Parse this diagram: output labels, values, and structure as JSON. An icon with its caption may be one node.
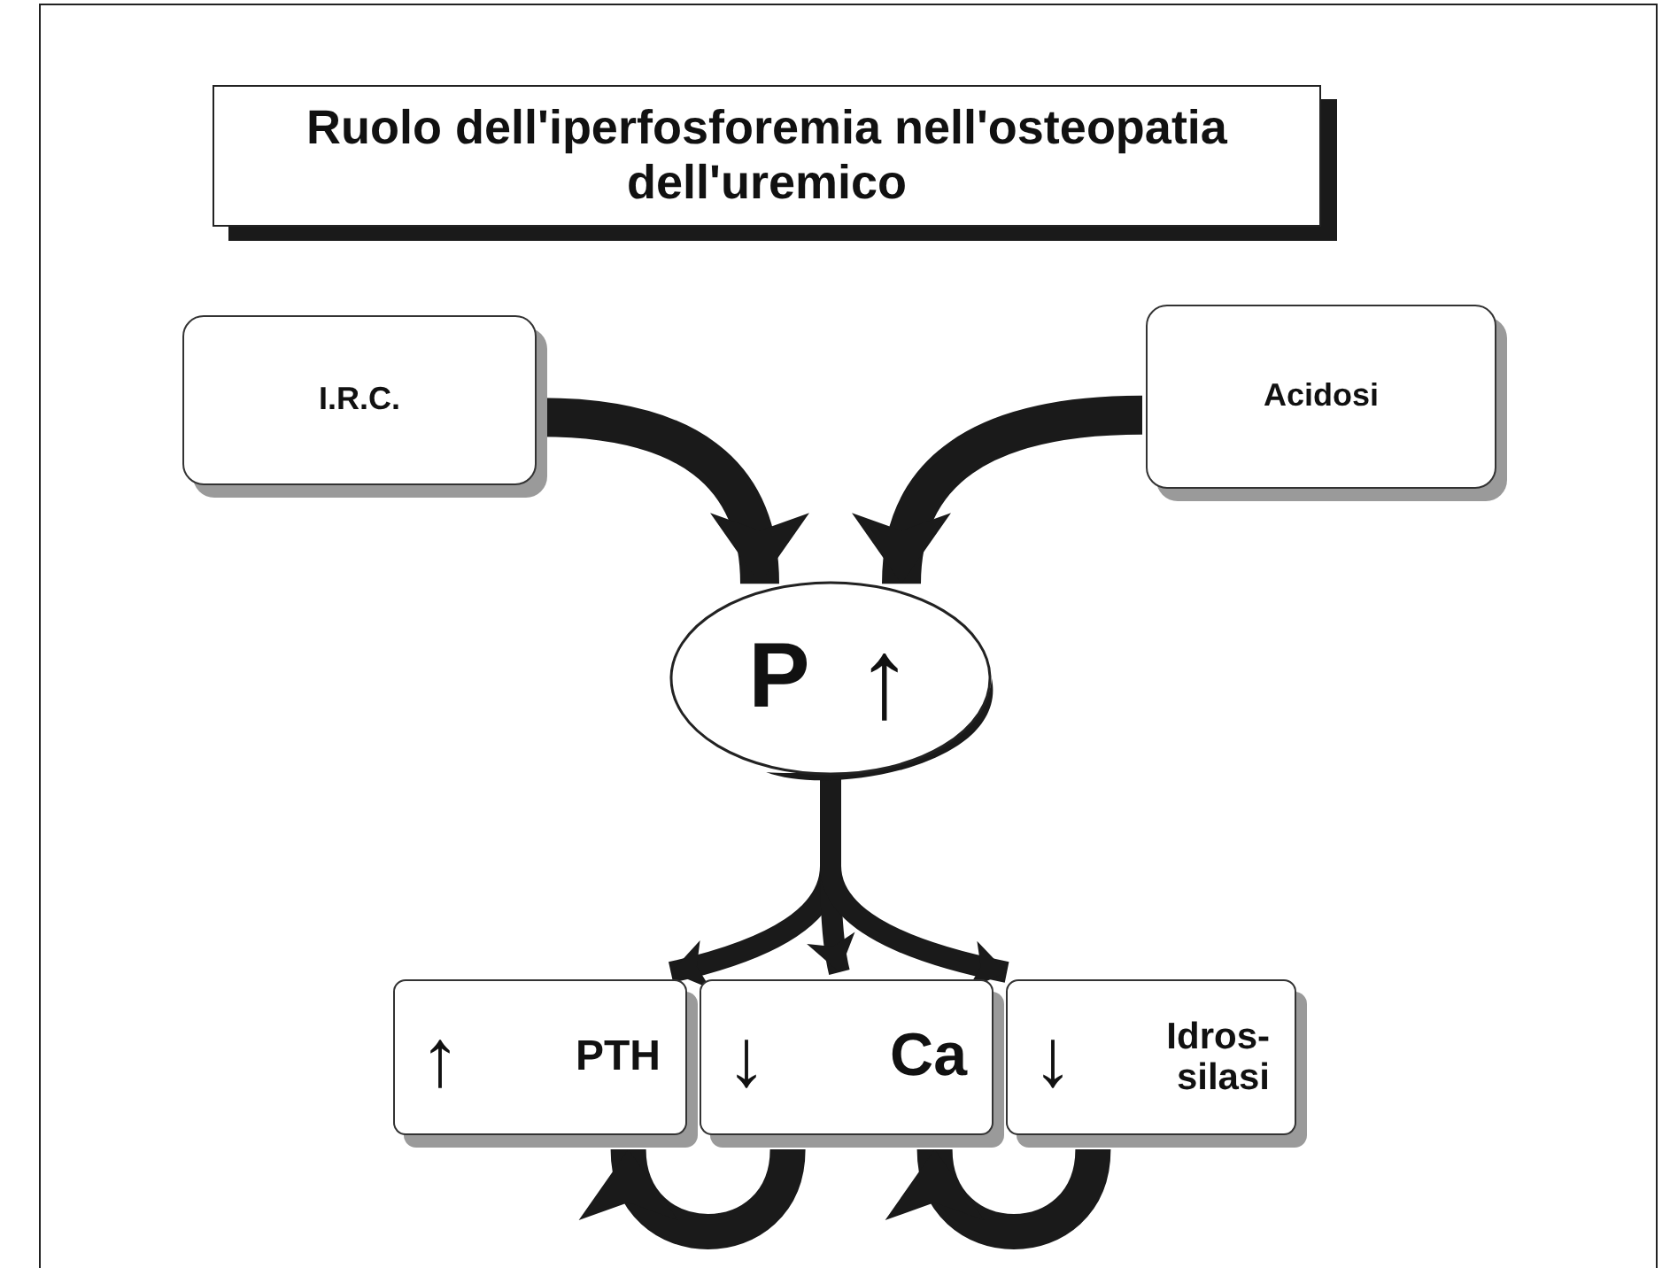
{
  "diagram": {
    "title": "Ruolo dell'iperfosforemia nell'osteopatia dell'uremico",
    "nodes": [
      {
        "text": [
          "I.R.C."
        ]
      },
      {
        "text": [
          "Acidosi"
        ]
      },
      {
        "text": [
          "P",
          "↑"
        ]
      },
      {
        "text": [
          "↑",
          "PTH"
        ]
      },
      {
        "text": [
          "↓",
          "Ca"
        ]
      },
      {
        "text": [
          "↓",
          "Idros- silasi"
        ]
      }
    ],
    "edges": [
      {
        "from": 0,
        "to": 2,
        "arrow": "to"
      },
      {
        "from": 1,
        "to": 2,
        "arrow": "to"
      },
      {
        "from": 2,
        "to": 3,
        "arrow": "to"
      },
      {
        "from": 2,
        "to": 4,
        "arrow": "to"
      },
      {
        "from": 2,
        "to": 5,
        "arrow": "to"
      },
      {
        "from": 4,
        "to": 3,
        "arrow": "to"
      },
      {
        "from": 5,
        "to": 4,
        "arrow": "to"
      }
    ]
  }
}
